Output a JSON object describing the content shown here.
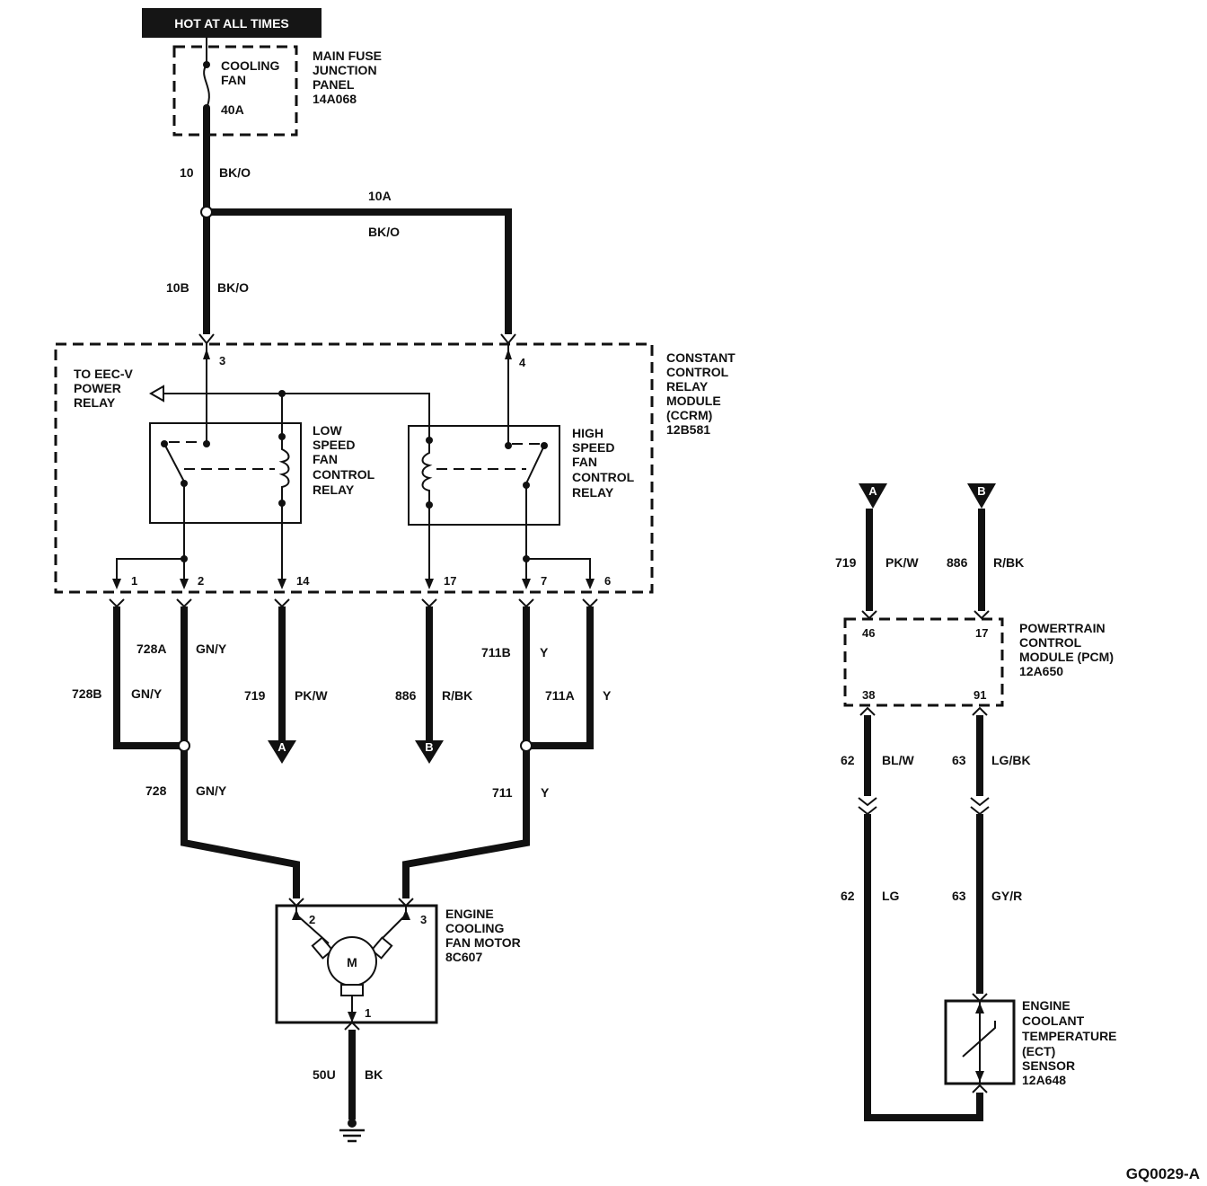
{
  "header_box": "HOT AT ALL TIMES",
  "figure_id": "GQ0029-A",
  "fuse_panel": {
    "fuse_name_1": "COOLING",
    "fuse_name_2": "FAN",
    "fuse_rating": "40A",
    "title_1": "MAIN FUSE",
    "title_2": "JUNCTION",
    "title_3": "PANEL",
    "title_4": "14A068"
  },
  "wires": {
    "w10": "10",
    "w10_color": "BK/O",
    "w10a": "10A",
    "w10a_color": "BK/O",
    "w10b": "10B",
    "w10b_color": "BK/O",
    "w728a": "728A",
    "w728a_color": "GN/Y",
    "w728b": "728B",
    "w728b_color": "GN/Y",
    "w719": "719",
    "w719_color": "PK/W",
    "w886": "886",
    "w886_color": "R/BK",
    "w711b": "711B",
    "w711b_color": "Y",
    "w711a": "711A",
    "w711a_color": "Y",
    "w728": "728",
    "w728_color": "GN/Y",
    "w711": "711",
    "w711_color": "Y",
    "w50u": "50U",
    "w50u_color": "BK",
    "pcm_w719": "719",
    "pcm_w719_color": "PK/W",
    "pcm_w886": "886",
    "pcm_w886_color": "R/BK",
    "w62_upper": "62",
    "w62_upper_color": "BL/W",
    "w63_upper": "63",
    "w63_upper_color": "LG/BK",
    "w62_lower": "62",
    "w62_lower_color": "LG",
    "w63_lower": "63",
    "w63_lower_color": "GY/R"
  },
  "ccrm": {
    "title_1": "CONSTANT",
    "title_2": "CONTROL",
    "title_3": "RELAY",
    "title_4": "MODULE",
    "title_5": "(CCRM)",
    "title_6": "12B581",
    "eec_1": "TO EEC-V",
    "eec_2": "POWER",
    "eec_3": "RELAY",
    "low_1": "LOW",
    "low_2": "SPEED",
    "low_3": "FAN",
    "low_4": "CONTROL",
    "low_5": "RELAY",
    "high_1": "HIGH",
    "high_2": "SPEED",
    "high_3": "FAN",
    "high_4": "CONTROL",
    "high_5": "RELAY",
    "pin_3": "3",
    "pin_4": "4",
    "pin_1": "1",
    "pin_2": "2",
    "pin_14": "14",
    "pin_17": "17",
    "pin_7": "7",
    "pin_6": "6"
  },
  "motor": {
    "title_1": "ENGINE",
    "title_2": "COOLING",
    "title_3": "FAN MOTOR",
    "title_4": "8C607",
    "symbol": "M",
    "pin_2": "2",
    "pin_3": "3",
    "pin_1": "1"
  },
  "pcm": {
    "title_1": "POWERTRAIN",
    "title_2": "CONTROL",
    "title_3": "MODULE (PCM)",
    "title_4": "12A650",
    "pin_46": "46",
    "pin_17": "17",
    "pin_38": "38",
    "pin_91": "91"
  },
  "ect": {
    "title_1": "ENGINE",
    "title_2": "COOLANT",
    "title_3": "TEMPERATURE",
    "title_4": "(ECT)",
    "title_5": "SENSOR",
    "title_6": "12A648"
  },
  "connectors": {
    "a_left": "A",
    "b_left": "B",
    "a_right": "A",
    "b_right": "B"
  }
}
